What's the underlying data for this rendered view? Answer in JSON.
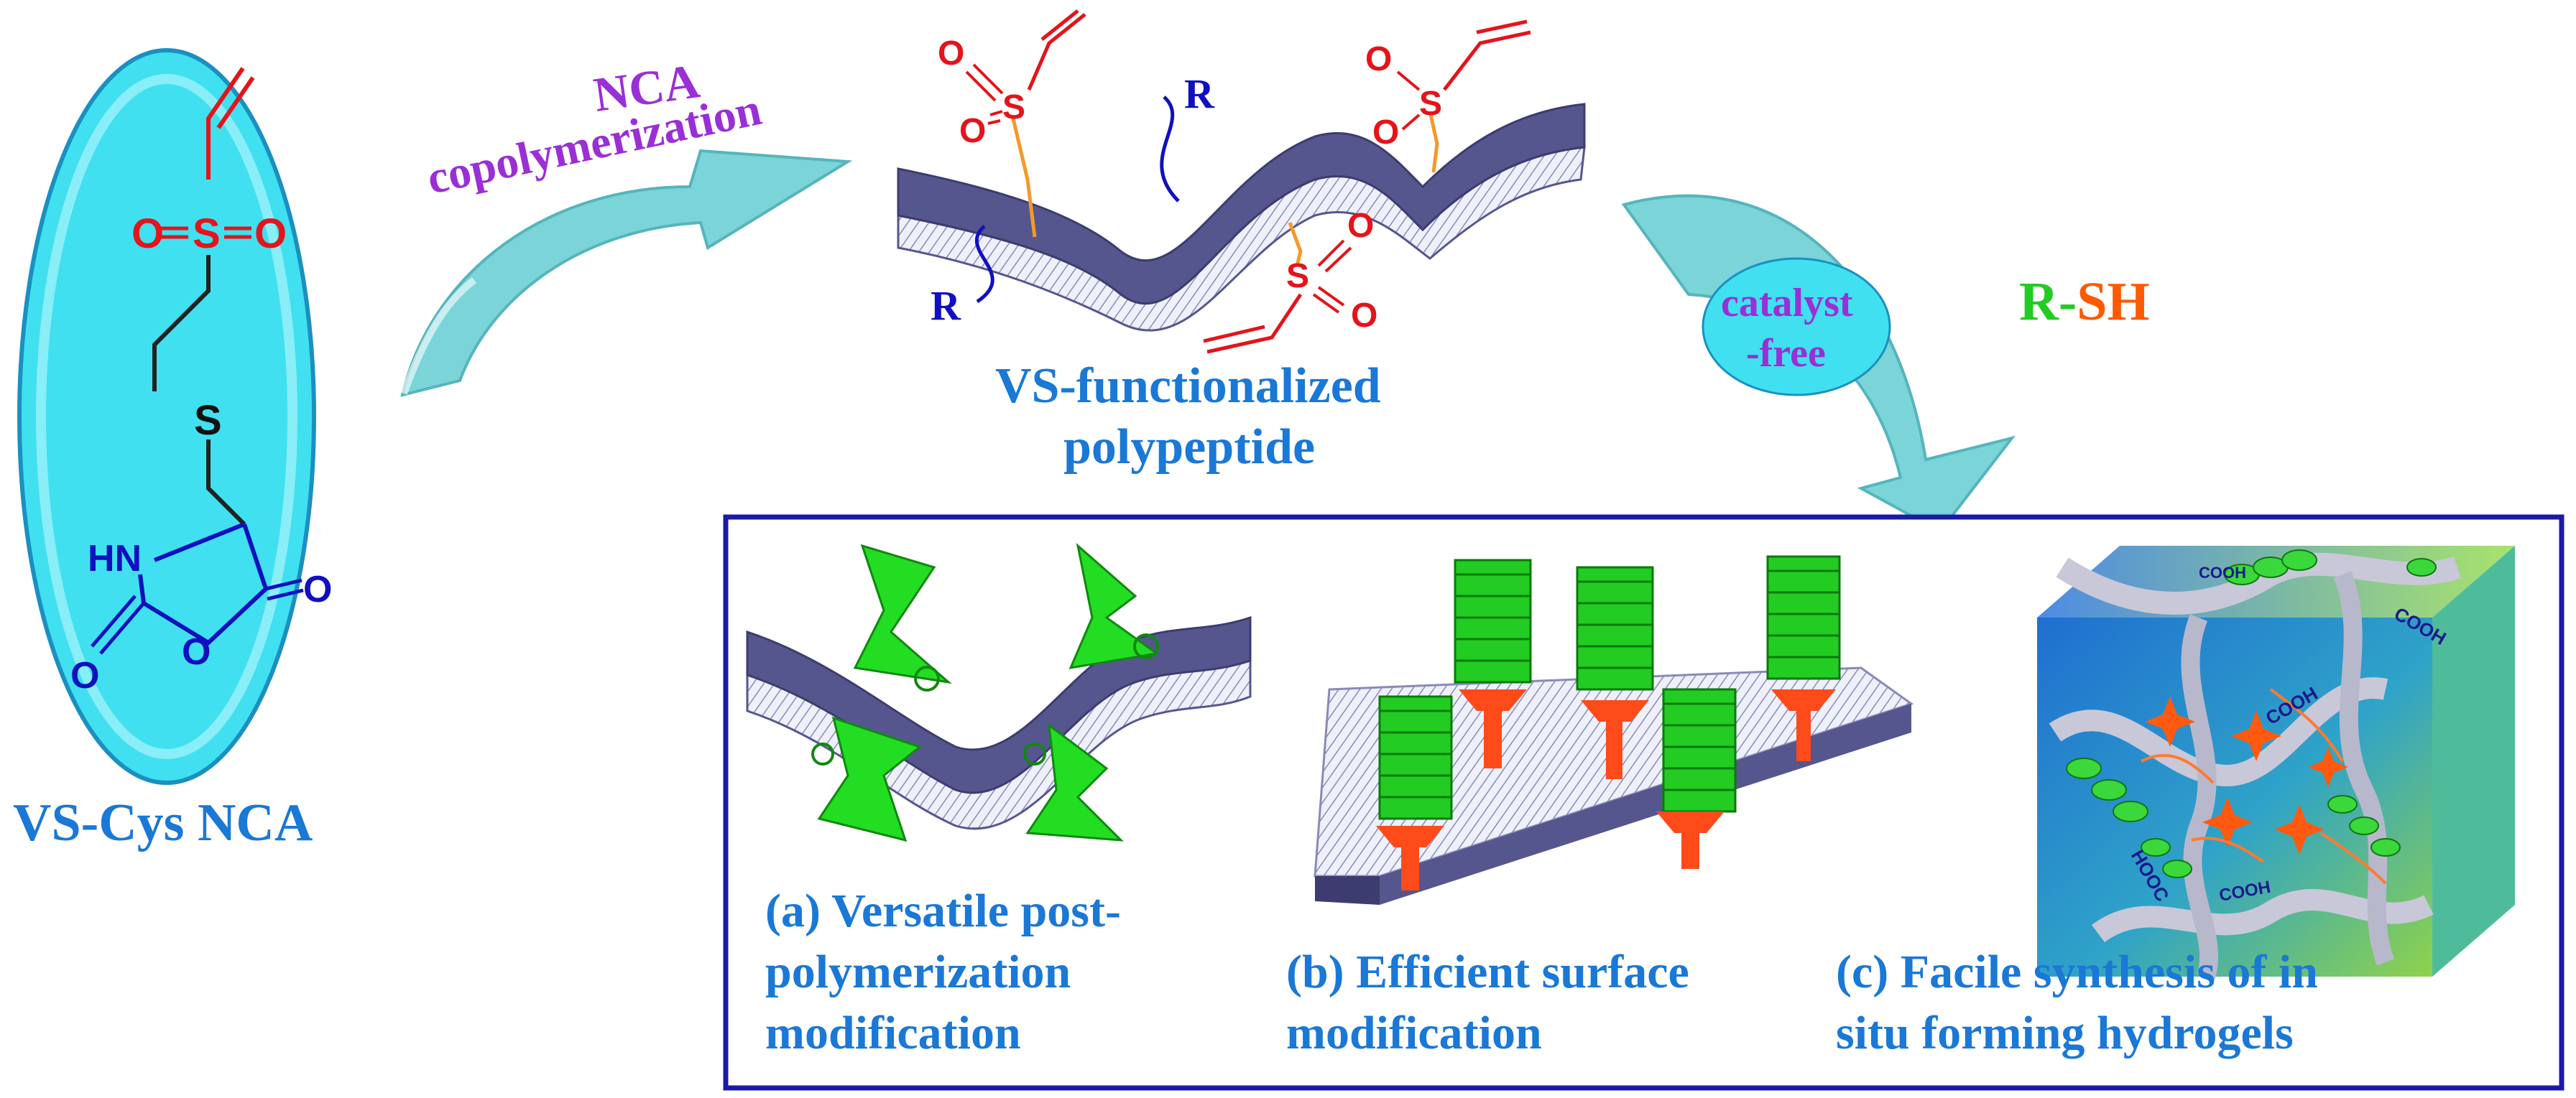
{
  "colors": {
    "cyan_label": "#1a78d6",
    "purple_label": "#9a2fd6",
    "red_atom": "#e4141a",
    "blue_atom": "#1010c0",
    "green": "#22cc22",
    "orange": "#ff6600",
    "frame": "#1a1aa8",
    "ribbon": "#56568e",
    "ellipse_fill": "#40e0f0",
    "arrow_fill": "#7ad4d8"
  },
  "monomer": {
    "label": "VS-Cys NCA",
    "atom_o": "O",
    "atom_s": "S",
    "atom_hn": "HN"
  },
  "step1": {
    "line1": "NCA",
    "line2": "copolymerization"
  },
  "polymer": {
    "label_line1": "VS-functionalized",
    "label_line2": "polypeptide",
    "r_group": "R"
  },
  "step2": {
    "badge_line1": "catalyst",
    "badge_line2": "-free",
    "reagent_r": "R",
    "reagent_dash": "-",
    "reagent_sh": "SH"
  },
  "applications": [
    {
      "line1": "(a) Versatile post-",
      "line2": "polymerization",
      "line3": "modification"
    },
    {
      "line1": "(b) Efficient  surface",
      "line2": "modification"
    },
    {
      "line1": "(c) Facile synthesis of in",
      "line2": "situ forming hydrogels"
    }
  ],
  "hydrogel_labels": [
    "COOH",
    "COOH",
    "COOH",
    "HOOC",
    "COOH"
  ]
}
